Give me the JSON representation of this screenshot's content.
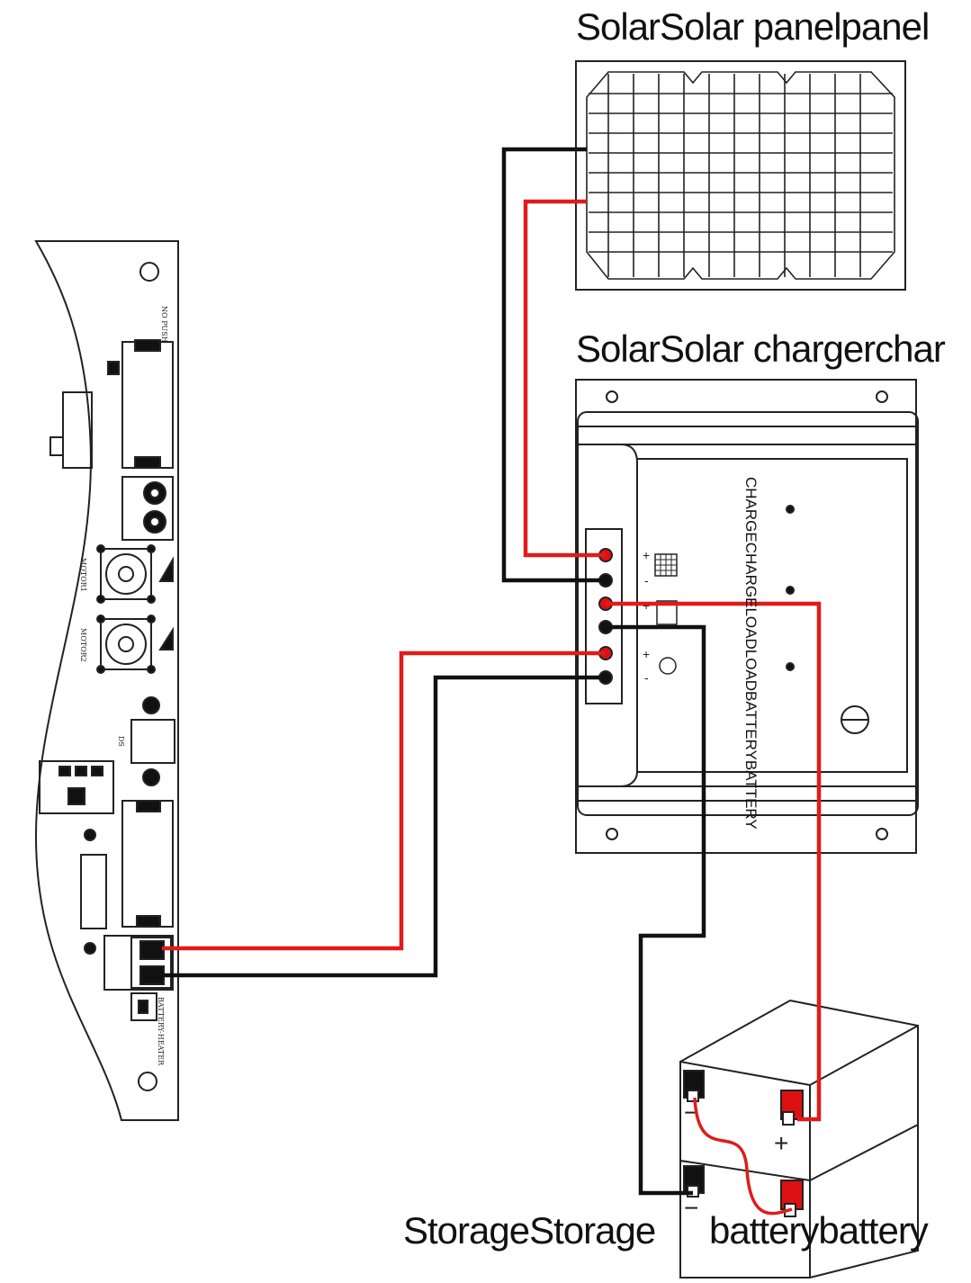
{
  "labels": {
    "solar_panel": "SolarSolar panelpanel",
    "solar_charger": "SolarSolar chargerchar",
    "storage": "StorageStorage",
    "battery": "batterybattery",
    "charger_vertical": "CHARGECHARGELOADLOADBATTERYBATTERY"
  },
  "charger_symbols": {
    "plus": "+",
    "minus": "-"
  },
  "battery_symbols": {
    "plus": "+",
    "minus": "−"
  },
  "pcb_labels": {
    "top_connector": "NO PUSH",
    "motor1": "MOTOR1",
    "motor2": "MOTOR2",
    "battery_heater": "BATTERY-HEATER",
    "ds": "DS"
  },
  "colors": {
    "positive_wire": "#e01b1b",
    "negative_wire": "#111111",
    "outline": "#222222"
  }
}
